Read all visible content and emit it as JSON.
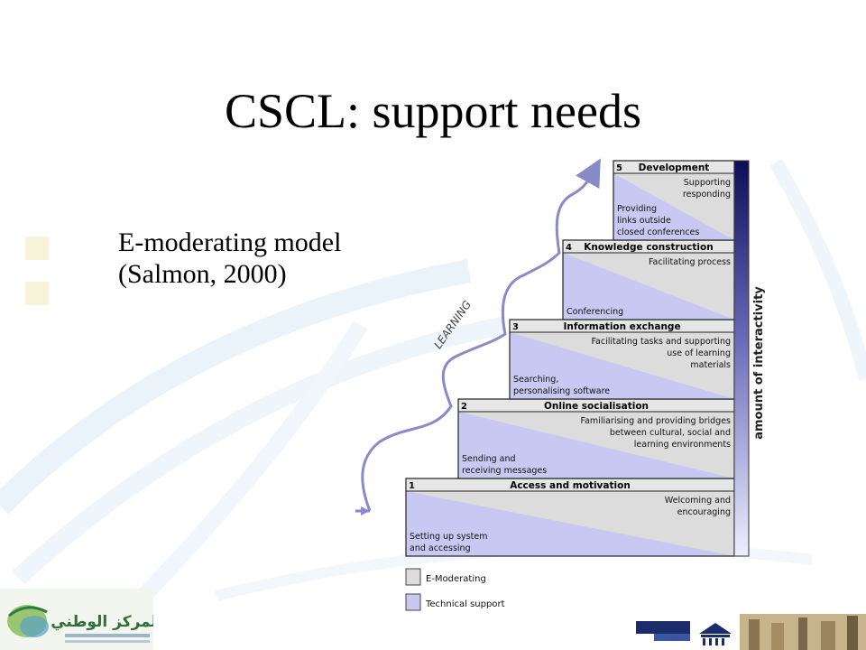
{
  "slide": {
    "title": "CSCL: support needs",
    "subtitle_line1": "E-moderating model",
    "subtitle_line2": "(Salmon, 2000)"
  },
  "diagram": {
    "learning_label": "LEARNING",
    "interactivity_label": "amount of interactivity",
    "steps": [
      {
        "number": "1",
        "title": "Access and motivation",
        "moderating": [
          "Welcoming and",
          "encouraging"
        ],
        "technical": [
          "Setting up system",
          "and accessing"
        ]
      },
      {
        "number": "2",
        "title": "Online socialisation",
        "moderating": [
          "Familiarising and providing bridges",
          "between cultural, social and",
          "learning environments"
        ],
        "technical": [
          "Sending and",
          "receiving messages"
        ]
      },
      {
        "number": "3",
        "title": "Information exchange",
        "moderating": [
          "Facilitating tasks and supporting",
          "use of learning",
          "materials"
        ],
        "technical": [
          "Searching,",
          "personalising software"
        ]
      },
      {
        "number": "4",
        "title": "Knowledge construction",
        "moderating": [
          "Facilitating process"
        ],
        "technical": [
          "Conferencing"
        ]
      },
      {
        "number": "5",
        "title": "Development",
        "moderating": [
          "Supporting",
          "responding"
        ],
        "technical": [
          "Providing",
          "links outside",
          "closed conferences"
        ]
      }
    ],
    "legend": [
      {
        "label": "E-Moderating",
        "color": "#dcdcdc"
      },
      {
        "label": "Technical support",
        "color": "#c8c8f2"
      }
    ]
  },
  "colors": {
    "moderating_fill": "#dcdcdc",
    "technical_fill": "#c8c8f2",
    "arrow": "#8a8ac8",
    "bar_dark": "#101060"
  },
  "logos": {
    "left_arabic": "المركز الوطني"
  }
}
